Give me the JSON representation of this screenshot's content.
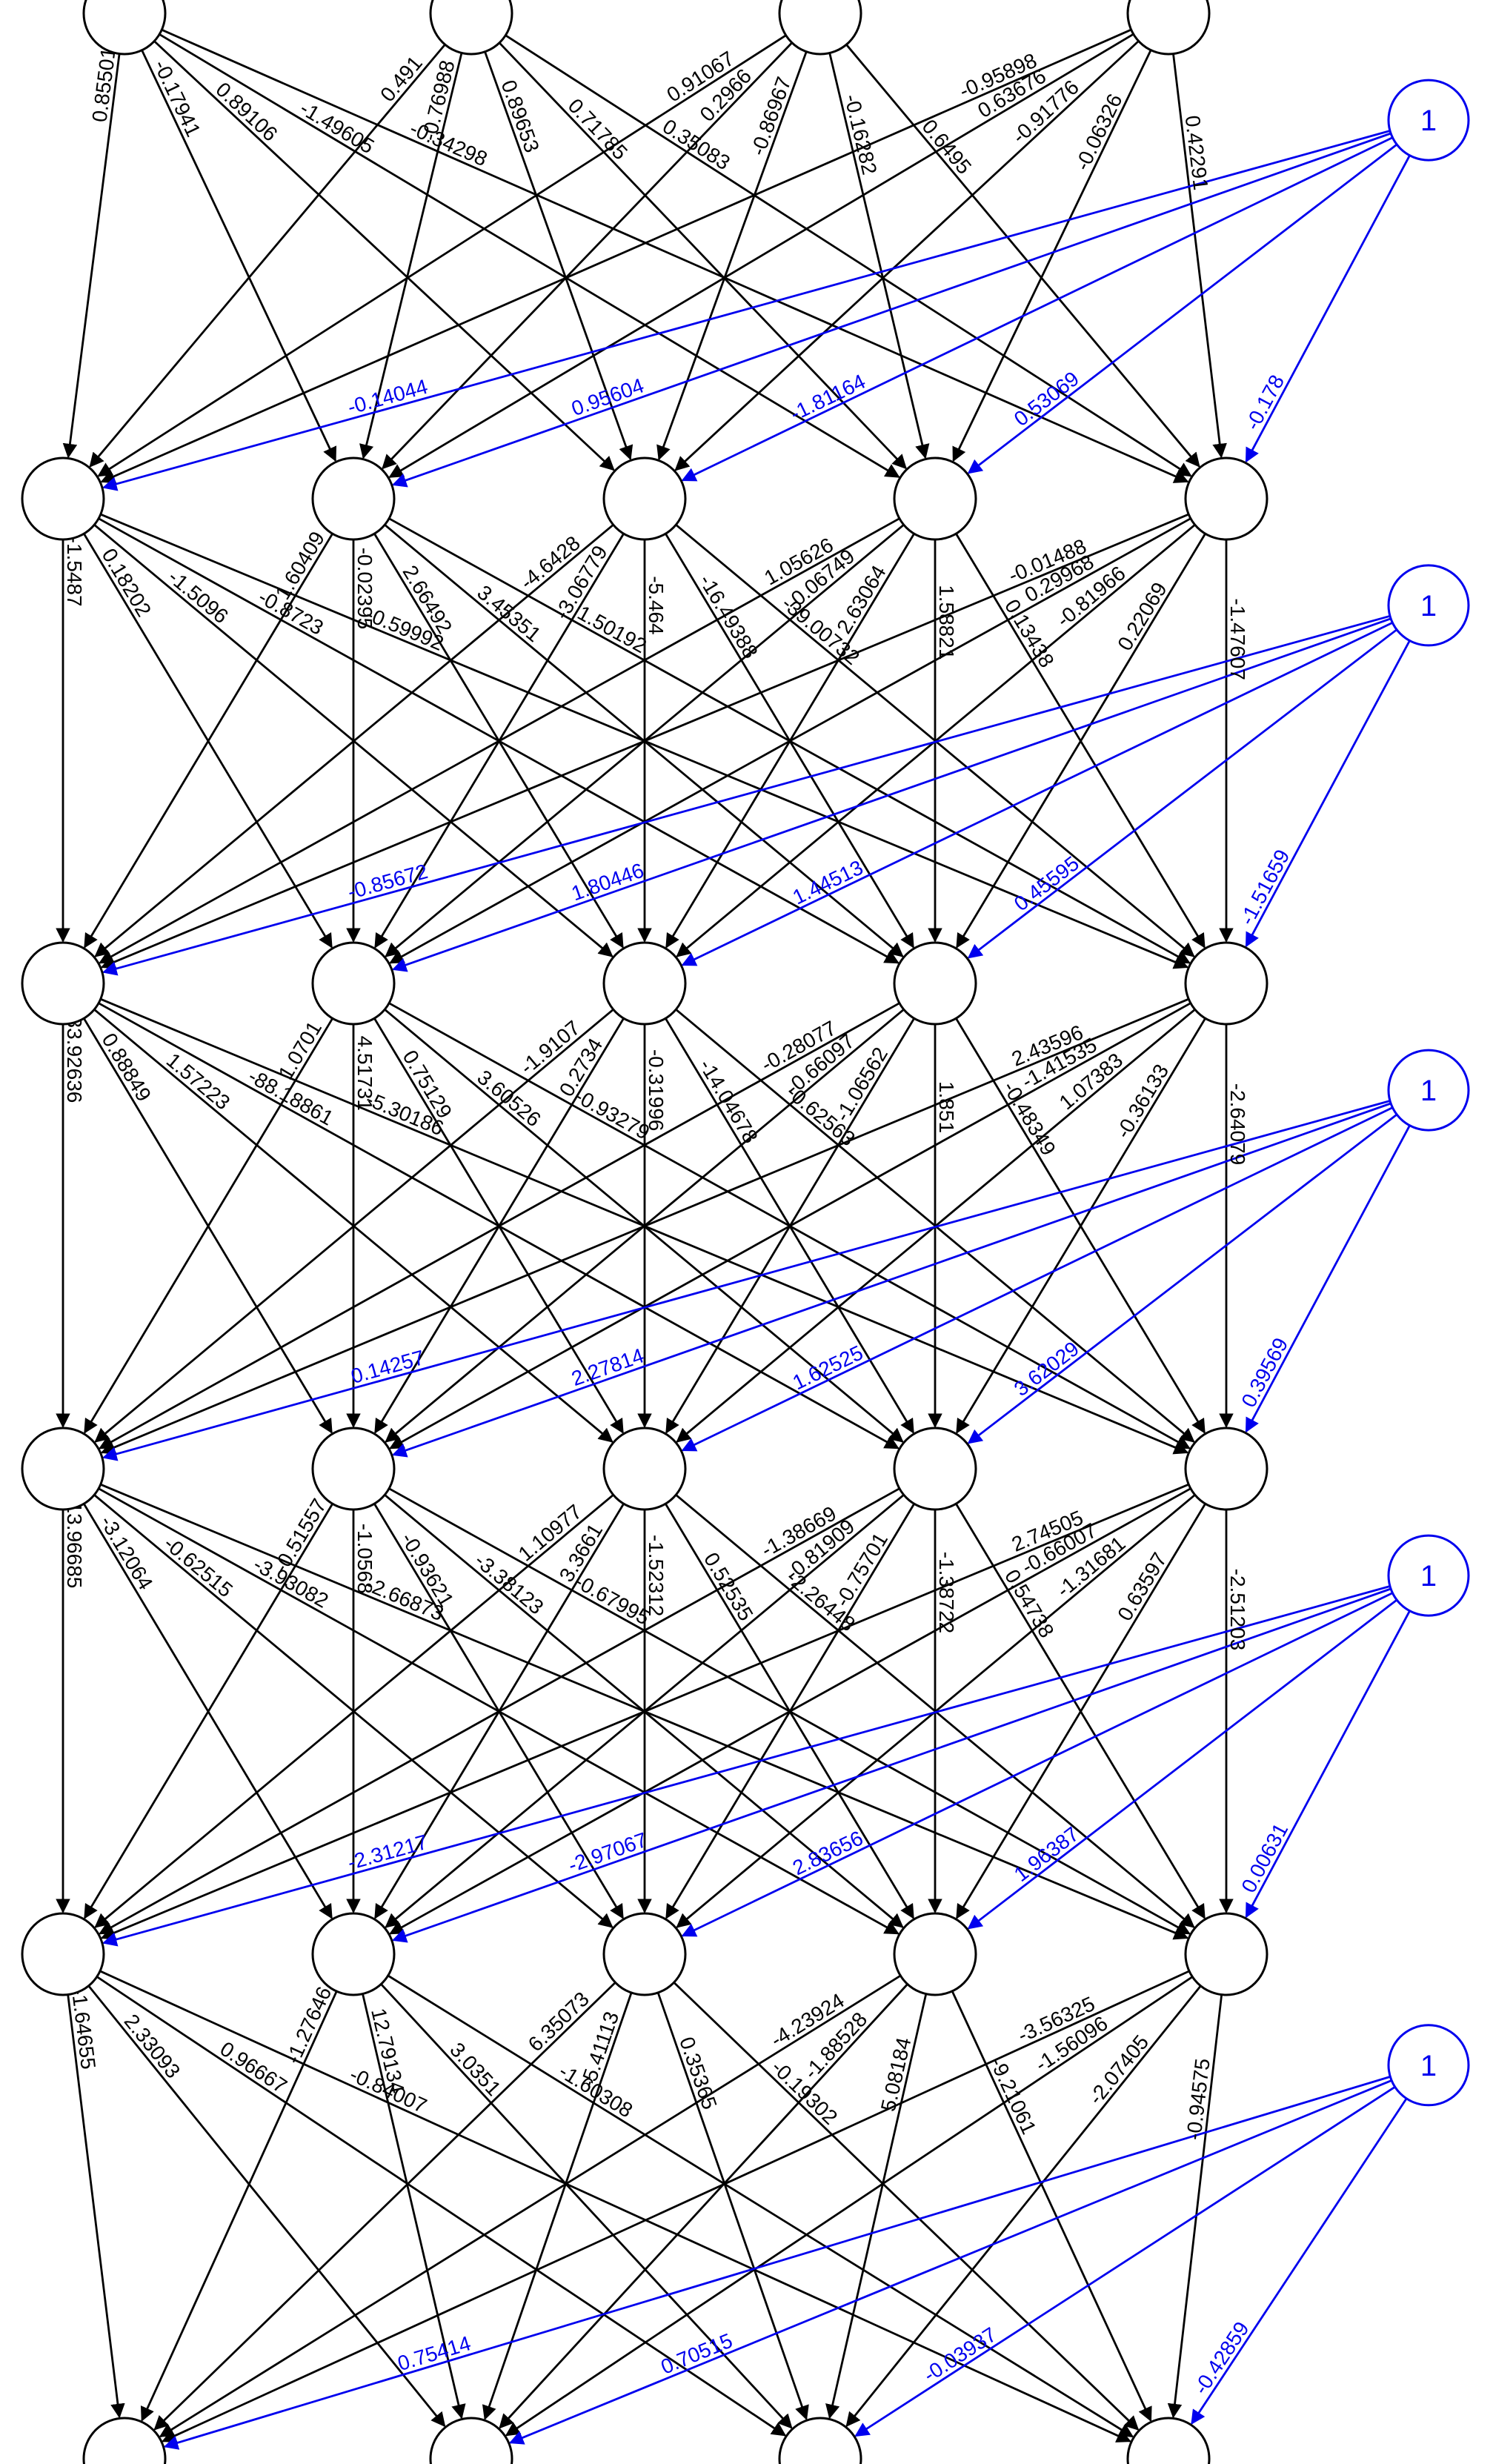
{
  "colors": {
    "weight": "#000000",
    "bias": "#0000ee",
    "node_fill": "#ffffff"
  },
  "bias_node_label": "1",
  "layers": [
    {
      "count": 4
    },
    {
      "count": 5
    },
    {
      "count": 5
    },
    {
      "count": 5
    },
    {
      "count": 5
    },
    {
      "count": 4
    }
  ],
  "connections": [
    {
      "weights": [
        [
          "0.85501",
          "-0.17941",
          "0.89106",
          "-1.49605",
          "-0.34298"
        ],
        [
          "0.491",
          "-0.76988",
          "0.89653",
          "0.71785",
          "0.35083"
        ],
        [
          "0.91067",
          "0.2966",
          "-0.86967",
          "-0.16282",
          "0.6495"
        ],
        [
          "-0.95898",
          "0.63676",
          "-0.91776",
          "-0.06326",
          "0.42291"
        ]
      ],
      "biases": [
        "-0.14044",
        "0.95604",
        "-1.81164",
        "0.53069",
        "-0.178"
      ]
    },
    {
      "weights": [
        [
          "-1.5487",
          "0.18202",
          "-1.5096",
          "-0.8723",
          "-0.59992"
        ],
        [
          "1.60409",
          "-0.02395",
          "2.66492",
          "3.45351",
          "1.50192"
        ],
        [
          "-4.6428",
          "-3.06779",
          "-5.464",
          "-16.49388",
          "-39.00732"
        ],
        [
          "1.05626",
          "-0.06749",
          "2.63064",
          "1.58821",
          "0.13438"
        ],
        [
          "-0.01488",
          "0.29968",
          "-0.81966",
          "0.22069",
          "-1.47607"
        ]
      ],
      "biases": [
        "-0.85672",
        "1.80446",
        "1.44513",
        "0.45595",
        "-1.51659"
      ]
    },
    {
      "weights": [
        [
          "-33.92636",
          "0.88849",
          "1.57223",
          "-88.18861",
          "-5.30186"
        ],
        [
          "1.0701",
          "4.51731",
          "0.75129",
          "3.60526",
          "-0.93279"
        ],
        [
          "-1.9107",
          "0.2734",
          "-0.31996",
          "-14.04678",
          "-0.62563"
        ],
        [
          "-0.28077",
          "-0.66097",
          "-1.06562",
          "1.851",
          "-0.48349"
        ],
        [
          "2.43596",
          "-1.41535",
          "1.07383",
          "-0.36133",
          "-2.64079"
        ]
      ],
      "biases": [
        "0.14257",
        "2.27814",
        "1.62525",
        "3.62029",
        "0.39569"
      ]
    },
    {
      "weights": [
        [
          "-13.96685",
          "-3.12064",
          "-0.62515",
          "-3.93082",
          "-2.66873"
        ],
        [
          "-0.51557",
          "-1.0568",
          "-0.93621",
          "-3.38123",
          "-0.67995"
        ],
        [
          "1.10977",
          "3.3661",
          "-1.52312",
          "0.52535",
          "-2.26448"
        ],
        [
          "-1.38669",
          "-0.81909",
          "-0.75701",
          "-1.38722",
          "0.54738"
        ],
        [
          "2.74505",
          "-0.66007",
          "-1.31681",
          "0.63597",
          "-2.51203"
        ]
      ],
      "biases": [
        "-2.31217",
        "-2.97067",
        "2.83656",
        "1.96387",
        "0.00631"
      ]
    },
    {
      "weights": [
        [
          "-1.64655",
          "2.33093",
          "0.96667",
          "-0.84007"
        ],
        [
          "-1.27646",
          "12.79134",
          "3.0351",
          "-1.60308"
        ],
        [
          "6.35073",
          "-5.41113",
          "0.35365",
          "-0.19302"
        ],
        [
          "-4.23924",
          "-1.88528",
          "5.08184",
          "-9.21061"
        ],
        [
          "-3.56325",
          "-1.56096",
          "-2.07405",
          "-0.94575"
        ]
      ],
      "biases": [
        "0.75414",
        "0.70515",
        "-0.03937",
        "-0.42859"
      ]
    }
  ]
}
